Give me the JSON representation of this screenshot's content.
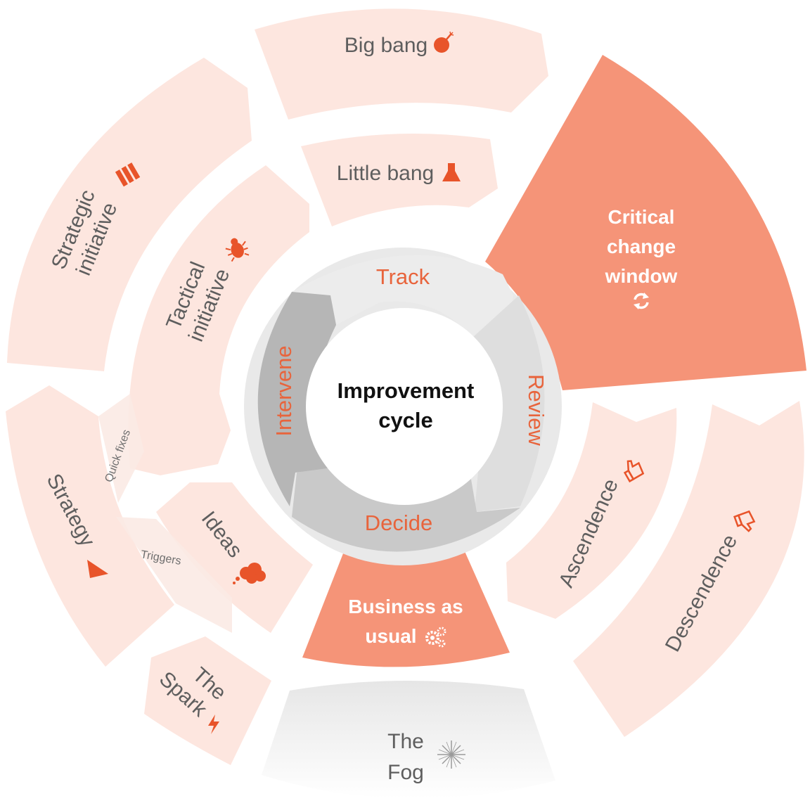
{
  "colors": {
    "pale_segment": "#fde6df",
    "strong_segment": "#f59478",
    "ring_light": "#ececec",
    "ring_mid": "#dcdcdc",
    "ring_dark": "#c4c4c4",
    "ring_darker": "#b3b3b3",
    "accent_text": "#e8643c",
    "icon_orange": "#e8542a",
    "gray_text": "#5e5e5e"
  },
  "center": {
    "line1": "Improvement",
    "line2": "cycle"
  },
  "inner_ring": {
    "track": "Track",
    "review": "Review",
    "decide": "Decide",
    "intervene": "Intervene"
  },
  "segments": {
    "big_bang": {
      "label": "Big bang",
      "icon": "bomb-icon"
    },
    "little_bang": {
      "label": "Little bang",
      "icon": "flask-icon"
    },
    "critical_change": {
      "line1": "Critical",
      "line2": "change",
      "line3": "window",
      "icon": "refresh-icon"
    },
    "strategic_initiative": {
      "line1": "Strategic",
      "line2": "initiative",
      "icon": "books-icon"
    },
    "tactical_initiative": {
      "line1": "Tactical",
      "line2": "initiative",
      "icon": "bug-icon"
    },
    "strategy": {
      "label": "Strategy",
      "icon": "paper-plane-icon"
    },
    "ideas": {
      "label": "Ideas",
      "icon": "thought-cloud-icon"
    },
    "ascendence": {
      "label": "Ascendence",
      "icon": "thumbs-up-icon"
    },
    "descendence": {
      "label": "Descendence",
      "icon": "thumbs-down-icon"
    },
    "business_as_usual": {
      "line1": "Business as",
      "line2": "usual",
      "icon": "gears-icon"
    },
    "the_spark": {
      "line1": "The",
      "line2": "Spark",
      "icon": "lightning-icon"
    },
    "the_fog": {
      "line1": "The",
      "line2": "Fog",
      "icon": "sparkle-icon"
    }
  },
  "connectors": {
    "quick_fixes": "Quick fixes",
    "triggers": "Triggers"
  }
}
